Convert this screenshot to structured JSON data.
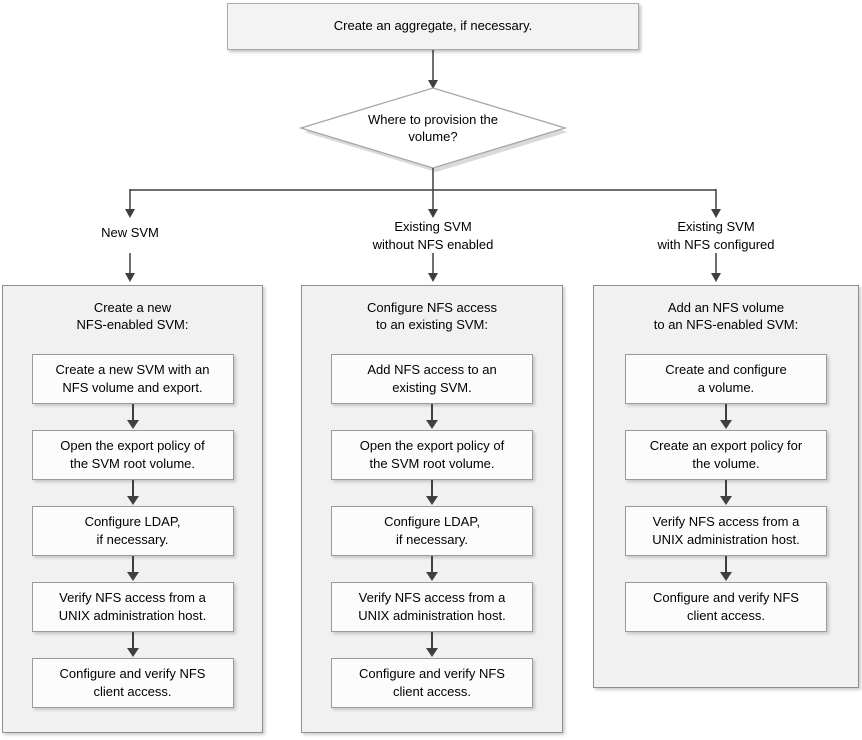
{
  "nodes": {
    "start": "Create an aggregate, if necessary.",
    "decision": "Where to provision the\nvolume?"
  },
  "branches": [
    {
      "label": "New SVM",
      "header": "Create a new\nNFS-enabled SVM:",
      "steps": [
        "Create a new SVM with an\nNFS volume and export.",
        "Open the export policy of\nthe SVM root volume.",
        "Configure LDAP,\nif necessary.",
        "Verify NFS access from a\nUNIX administration host.",
        "Configure and verify NFS\nclient access."
      ]
    },
    {
      "label": "Existing SVM\nwithout NFS enabled",
      "header": "Configure NFS access\nto an existing SVM:",
      "steps": [
        "Add NFS access to an\nexisting SVM.",
        "Open the export policy of\nthe SVM root volume.",
        "Configure LDAP,\nif necessary.",
        "Verify NFS access from a\nUNIX administration host.",
        "Configure and verify NFS\nclient access."
      ]
    },
    {
      "label": "Existing SVM\nwith NFS configured",
      "header": "Add an NFS volume\nto an NFS-enabled SVM:",
      "steps": [
        "Create and configure\na volume.",
        "Create an export policy for\nthe volume.",
        "Verify NFS access from a\nUNIX administration host.",
        "Configure and verify NFS\nclient access."
      ]
    }
  ]
}
